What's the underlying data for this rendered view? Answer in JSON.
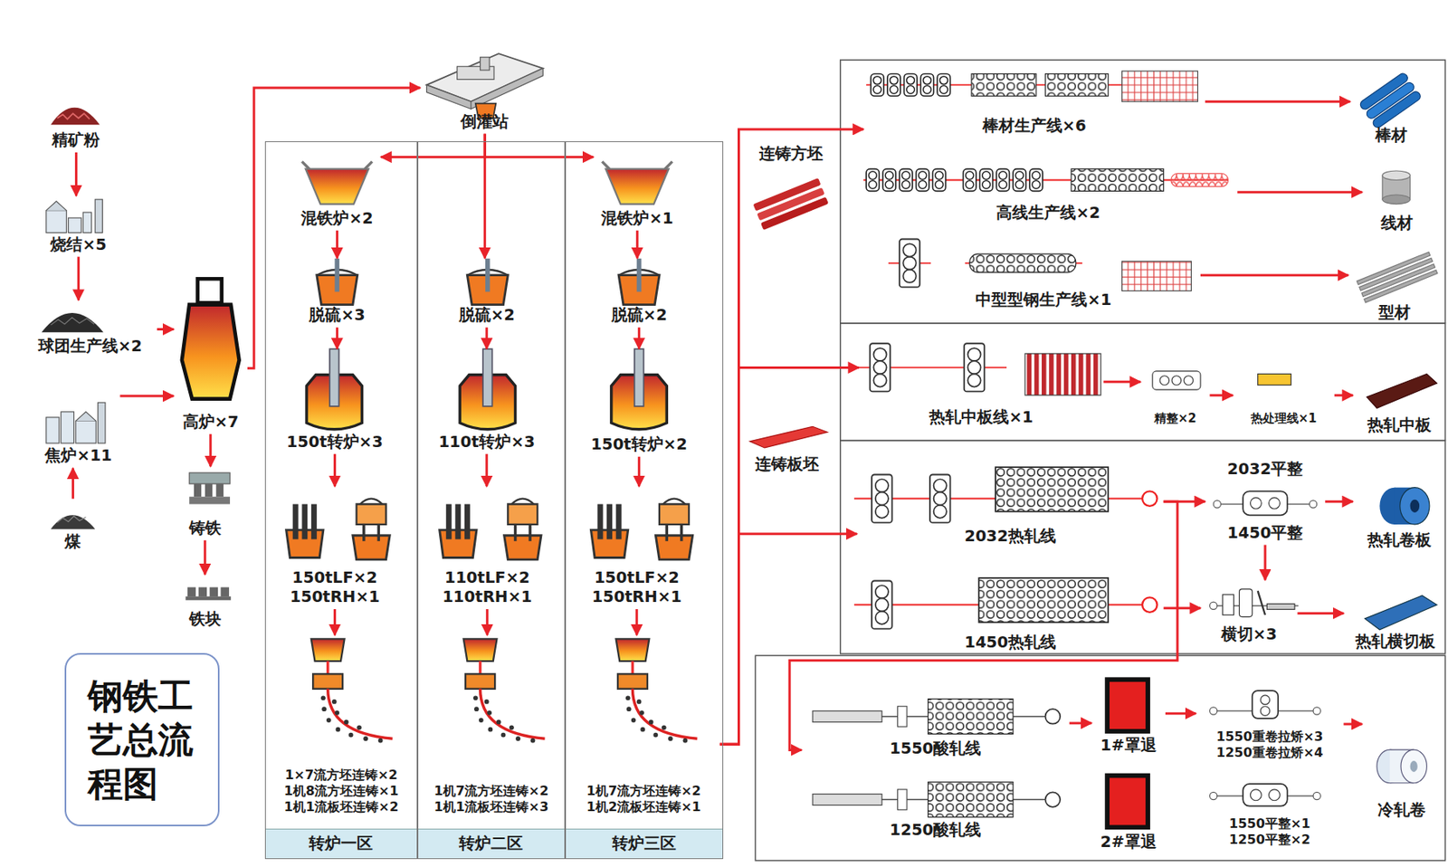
{
  "diagram": {
    "title": "钢铁工艺总流程图",
    "nodes": [
      {
        "text": [
          "精矿粉"
        ]
      },
      {
        "text": [
          "烧结×5"
        ]
      },
      {
        "text": [
          "球团生产线×2"
        ]
      },
      {
        "text": [
          "焦炉×11"
        ]
      },
      {
        "text": [
          "煤"
        ]
      },
      {
        "text": [
          "高炉×7"
        ]
      },
      {
        "text": [
          "铸铁"
        ]
      },
      {
        "text": [
          "铁块"
        ]
      },
      {
        "text": [
          "倒灌站"
        ]
      },
      {
        "text": [
          "转炉一区"
        ]
      },
      {
        "text": [
          "混铁炉×2"
        ],
        "in": 9
      },
      {
        "text": [
          "脱硫×3"
        ],
        "in": 9
      },
      {
        "text": [
          "150t转炉×3"
        ],
        "in": 9
      },
      {
        "text": [
          "150tLF×2",
          "150tRH×1"
        ],
        "in": 9
      },
      {
        "text": [
          "1×7流方坯连铸×2",
          "1机8流方坯连铸×1",
          "1机1流板坯连铸×2"
        ],
        "in": 9
      },
      {
        "text": [
          "转炉二区"
        ]
      },
      {
        "text": [
          "脱硫×2"
        ],
        "in": 15
      },
      {
        "text": [
          "110t转炉×3"
        ],
        "in": 15
      },
      {
        "text": [
          "110tLF×2",
          "110tRH×1"
        ],
        "in": 15
      },
      {
        "text": [
          "1机7流方坯连铸×2",
          "1机1流板坯连铸×3"
        ],
        "in": 15
      },
      {
        "text": [
          "转炉三区"
        ]
      },
      {
        "text": [
          "混铁炉×1"
        ],
        "in": 20
      },
      {
        "text": [
          "脱硫×2"
        ],
        "in": 20
      },
      {
        "text": [
          "150t转炉×2"
        ],
        "in": 20
      },
      {
        "text": [
          "150tLF×2",
          "150tRH×1"
        ],
        "in": 20
      },
      {
        "text": [
          "1机7流方坯连铸×2",
          "1机2流板坯连铸×1"
        ],
        "in": 20
      },
      {
        "text": [
          "棒材生产线×6"
        ]
      },
      {
        "text": [
          "棒材"
        ]
      },
      {
        "text": [
          "高线生产线×2"
        ]
      },
      {
        "text": [
          "线材"
        ]
      },
      {
        "text": [
          "中型型钢生产线×1"
        ]
      },
      {
        "text": [
          "型材"
        ]
      },
      {
        "text": [
          "热轧中板线×1"
        ]
      },
      {
        "text": [
          "精整×2"
        ]
      },
      {
        "text": [
          "热处理线×1"
        ]
      },
      {
        "text": [
          "热轧中板"
        ]
      },
      {
        "text": [
          "2032热轧线"
        ]
      },
      {
        "text": [
          "2032平整",
          "1450平整"
        ]
      },
      {
        "text": [
          "热轧卷板"
        ]
      },
      {
        "text": [
          "1450热轧线"
        ]
      },
      {
        "text": [
          "横切×3"
        ]
      },
      {
        "text": [
          "热轧横切板"
        ]
      },
      {
        "text": [
          "1550酸轧线"
        ]
      },
      {
        "text": [
          "1250酸轧线"
        ]
      },
      {
        "text": [
          "1#罩退"
        ]
      },
      {
        "text": [
          "2#罩退"
        ]
      },
      {
        "text": [
          "1550重卷拉矫×3",
          "1250重卷拉矫×4"
        ]
      },
      {
        "text": [
          "1550平整×1",
          "1250平整×2"
        ]
      },
      {
        "text": [
          "冷轧卷"
        ]
      }
    ],
    "edges": [
      {
        "from": 0,
        "to": 1,
        "arrow": "to"
      },
      {
        "from": 1,
        "to": 2,
        "arrow": "to"
      },
      {
        "from": 2,
        "to": 5,
        "arrow": "to"
      },
      {
        "from": 3,
        "to": 5,
        "arrow": "to"
      },
      {
        "from": 4,
        "to": 3,
        "arrow": "to"
      },
      {
        "from": 5,
        "to": 6,
        "arrow": "to"
      },
      {
        "from": 6,
        "to": 7,
        "arrow": "to"
      },
      {
        "from": 5,
        "to": 8,
        "arrow": "to"
      },
      {
        "from": 8,
        "to": 10,
        "arrow": "to"
      },
      {
        "from": 8,
        "to": 16,
        "arrow": "to"
      },
      {
        "from": 8,
        "to": 21,
        "arrow": "to"
      },
      {
        "from": 10,
        "to": 11,
        "arrow": "to"
      },
      {
        "from": 11,
        "to": 12,
        "arrow": "to"
      },
      {
        "from": 12,
        "to": 13,
        "arrow": "to"
      },
      {
        "from": 13,
        "to": 14,
        "arrow": "to"
      },
      {
        "from": 16,
        "to": 17,
        "arrow": "to"
      },
      {
        "from": 17,
        "to": 18,
        "arrow": "to"
      },
      {
        "from": 18,
        "to": 19,
        "arrow": "to"
      },
      {
        "from": 21,
        "to": 22,
        "arrow": "to"
      },
      {
        "from": 22,
        "to": 23,
        "arrow": "to"
      },
      {
        "from": 23,
        "to": 24,
        "arrow": "to"
      },
      {
        "from": 24,
        "to": 25,
        "arrow": "to"
      },
      {
        "from": 25,
        "to": 26,
        "arrow": "to"
      },
      {
        "from": 25,
        "to": 32,
        "arrow": "to"
      },
      {
        "from": 25,
        "to": 36,
        "arrow": "to"
      },
      {
        "from": 26,
        "to": 27,
        "arrow": "to"
      },
      {
        "from": 28,
        "to": 29,
        "arrow": "to"
      },
      {
        "from": 30,
        "to": 31,
        "arrow": "to"
      },
      {
        "from": 32,
        "to": 33,
        "arrow": "to"
      },
      {
        "from": 33,
        "to": 34,
        "arrow": "to"
      },
      {
        "from": 34,
        "to": 35,
        "arrow": "to"
      },
      {
        "from": 36,
        "to": 37,
        "arrow": "to"
      },
      {
        "from": 36,
        "to": 42,
        "arrow": "to"
      },
      {
        "from": 37,
        "to": 38,
        "arrow": "to"
      },
      {
        "from": 37,
        "to": 40,
        "arrow": "to"
      },
      {
        "from": 39,
        "to": 40,
        "arrow": "to"
      },
      {
        "from": 40,
        "to": 41,
        "arrow": "to"
      },
      {
        "from": 42,
        "to": 44,
        "arrow": "to"
      },
      {
        "from": 44,
        "to": 46,
        "arrow": "to"
      },
      {
        "from": 46,
        "to": 48,
        "arrow": "to"
      }
    ],
    "labels": [
      "连铸方坯",
      "连铸板坯"
    ]
  }
}
